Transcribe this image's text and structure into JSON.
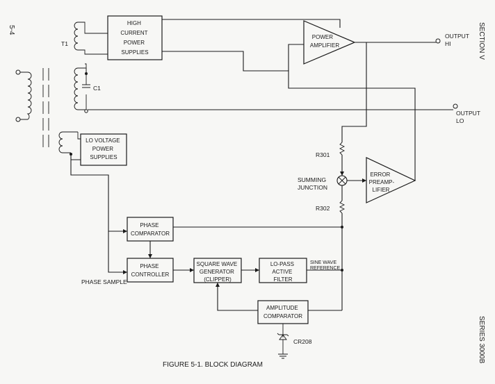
{
  "page": {
    "number": "5-4",
    "section": "SECTION V",
    "series": "SERIES 3000B"
  },
  "caption": "FIGURE 5-1. BLOCK DIAGRAM",
  "blocks": {
    "high_current": [
      "HIGH",
      "CURRENT",
      "POWER",
      "SUPPLIES"
    ],
    "power_amp": [
      "POWER",
      "AMPLIFIER"
    ],
    "lo_voltage": [
      "LO VOLTAGE",
      "POWER",
      "SUPPLIES"
    ],
    "error_preamp": [
      "ERROR",
      "PREAMP-",
      "LIFIER"
    ],
    "phase_comparator": [
      "PHASE",
      "COMPARATOR"
    ],
    "phase_controller": [
      "PHASE",
      "CONTROLLER"
    ],
    "square_wave": [
      "SQUARE WAVE",
      "GENERATOR",
      "(CLIPPER)"
    ],
    "lopass": [
      "LO-PASS",
      "ACTIVE",
      "FILTER"
    ],
    "amplitude_comparator": [
      "AMPLITUDE",
      "COMPARATOR"
    ]
  },
  "labels": {
    "t1": "T1",
    "c1": "C1",
    "output_hi": [
      "OUTPUT",
      "HI"
    ],
    "output_lo": [
      "OUTPUT",
      "LO"
    ],
    "r301": "R301",
    "r302": "R302",
    "summing": [
      "SUMMING",
      "JUNCTION"
    ],
    "phase_sample": "PHASE SAMPLE",
    "sine_ref": [
      "SINE WAVE",
      "REFERENCE"
    ],
    "cr208": "CR208"
  }
}
